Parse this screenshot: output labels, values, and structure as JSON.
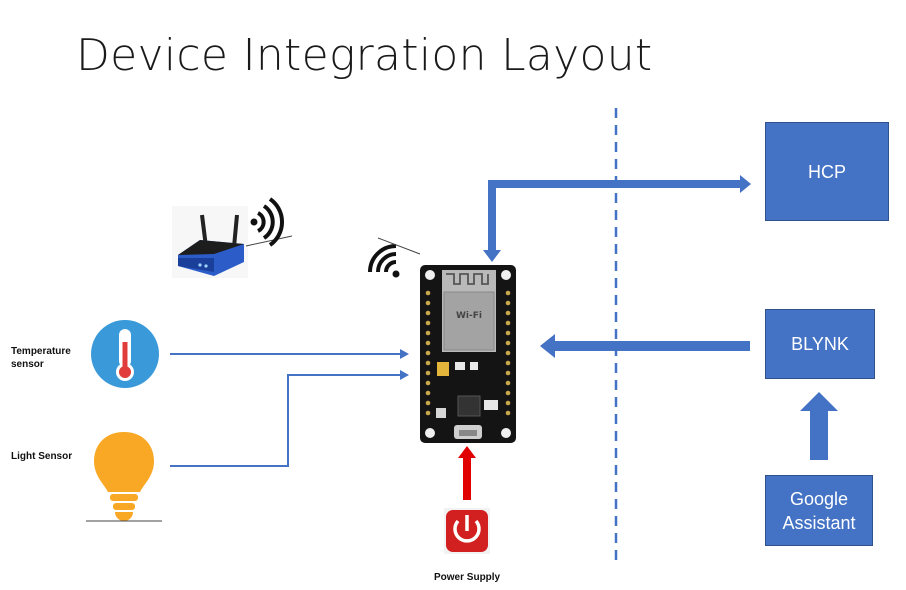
{
  "title": "Device Integration Layout",
  "labels": {
    "temperature": "Temperature sensor",
    "light": "Light Sensor",
    "power": "Power Supply"
  },
  "boxes": {
    "hcp": "HCP",
    "blynk": "BLYNK",
    "google": "Google Assistant"
  },
  "colors": {
    "box": "#4472c4",
    "arrow": "#4472c4",
    "power_arrow": "#e00000",
    "divider": "#4472c4"
  },
  "icons": [
    "wifi-router-icon",
    "wifi-signal-icon",
    "nodemcu-board-icon",
    "thermometer-icon",
    "light-bulb-icon",
    "power-button-icon"
  ]
}
